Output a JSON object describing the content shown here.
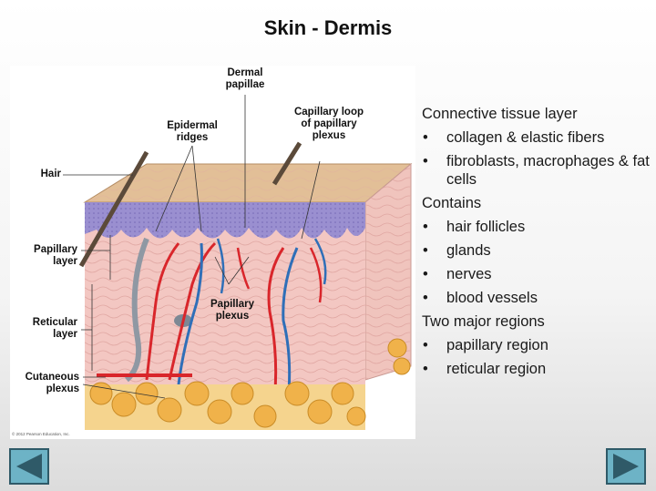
{
  "slide": {
    "title": "Skin - Dermis"
  },
  "diagram": {
    "labels": {
      "dermal_papillae": "Dermal\npapillae",
      "epidermal_ridges": "Epidermal\nridges",
      "capillary_loop": "Capillary loop\nof papillary\nplexus",
      "hair": "Hair",
      "papillary_layer": "Papillary\nlayer",
      "reticular_layer": "Reticular\nlayer",
      "cutaneous_plexus": "Cutaneous\nplexus",
      "papillary_plexus": "Papillary\nplexus"
    },
    "copyright": "© 2012 Pearson Education, Inc."
  },
  "content": {
    "bullet_symbol": "•",
    "sections": [
      {
        "heading": "Connective tissue layer",
        "items": [
          "collagen & elastic fibers",
          "fibroblasts, macrophages & fat cells"
        ]
      },
      {
        "heading": "Contains",
        "items": [
          "hair follicles",
          "glands",
          "nerves",
          "blood vessels"
        ]
      },
      {
        "heading": "Two major regions",
        "items": [
          "papillary region",
          "reticular region"
        ]
      }
    ]
  },
  "colors": {
    "epidermis_top": "#d9b38c",
    "epidermis_stratum": "#9a8fd0",
    "dermis": "#f3c7c2",
    "fat": "#f0b24a",
    "artery": "#d9262b",
    "vein": "#2f6fb8",
    "nav_fill": "#5fa8bc"
  },
  "navigation": {
    "prev": "previous-arrow",
    "next": "next-arrow"
  }
}
